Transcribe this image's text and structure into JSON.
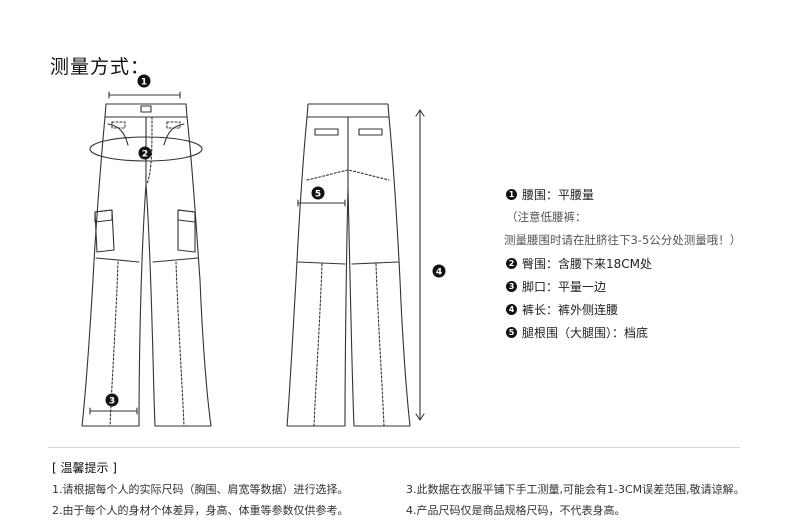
{
  "title": "测量方式：",
  "markers": [
    "1",
    "2",
    "3",
    "4",
    "5"
  ],
  "legend": {
    "item1": "腰围：平腰量",
    "note_a": "（注意低腰裤：",
    "note_b": "测量腰围时请在肚脐往下3-5公分处测量哦！）",
    "item2": "臀围：含腰下来18CM处",
    "item3": "脚口：平量一边",
    "item4": "裤长：裤外侧连腰",
    "item5": "腿根围（大腿围）：档底"
  },
  "tips": {
    "title": "[ 温馨提示 ]",
    "t1": "1.请根据每个人的实际尺码（胸围、肩宽等数据）进行选择。",
    "t2": "2.由于每个人的身材个体差异，身高、体重等参数仅供参考。",
    "t3": "3.此数据在衣服平铺下手工测量,可能会有1-3CM误差范围,敬请谅解。",
    "t4": "4.产品尺码仅是商品规格尺码，不代表身高。"
  }
}
